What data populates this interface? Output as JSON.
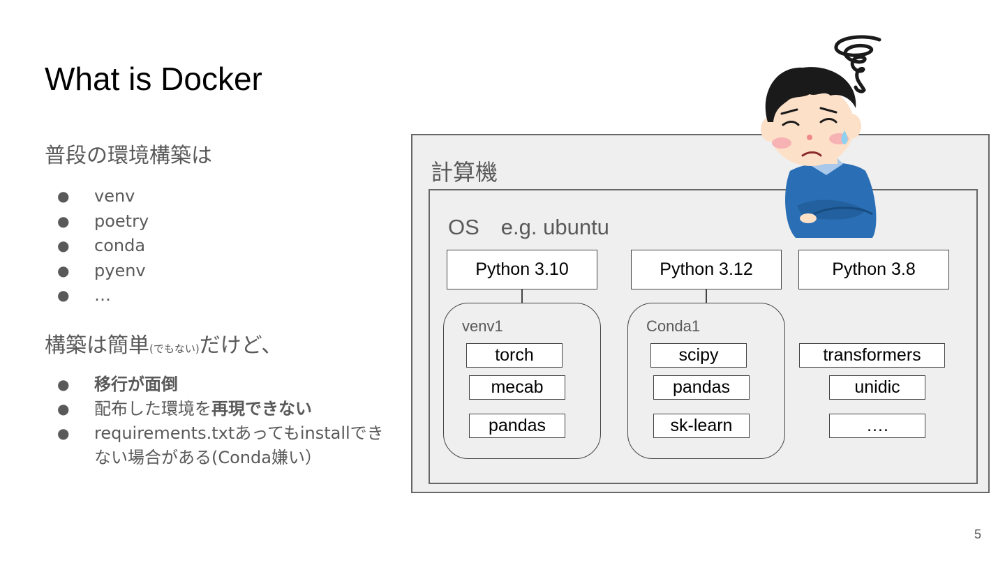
{
  "slide": {
    "title": "What is Docker",
    "page_number": "5"
  },
  "left": {
    "heading1": "普段の環境構築は",
    "list1": [
      "venv",
      "poetry",
      "conda",
      "pyenv",
      "…"
    ],
    "heading2_main": "構築は簡単",
    "heading2_small": "(でもない)",
    "heading2_tail": "だけど、",
    "list2": {
      "item1_bold": "移行が面倒",
      "item2_pre": "配布した環境を",
      "item2_bold": "再現できない",
      "item3_line1": "requirements.txtあってもinstallでき",
      "item3_line2": "ない場合がある(Conda嫌い）"
    },
    "bullet": "●"
  },
  "diagram": {
    "machine_label": "計算機",
    "os_label": "OS　e.g. ubuntu",
    "pythons": [
      "Python 3.10",
      "Python 3.12",
      "Python 3.8"
    ],
    "envs": [
      {
        "label": "venv1",
        "packages": [
          "torch",
          "mecab",
          "pandas"
        ]
      },
      {
        "label": "Conda1",
        "packages": [
          "scipy",
          "pandas",
          "sk-learn"
        ]
      }
    ],
    "global_packages": [
      "transformers",
      "unidic",
      "…."
    ]
  },
  "colors": {
    "text_gray": "#595959",
    "box_fill": "#efefef",
    "border": "#666666",
    "shirt": "#2a6fb5",
    "hair": "#1a1a1a",
    "skin": "#fde0c8"
  }
}
